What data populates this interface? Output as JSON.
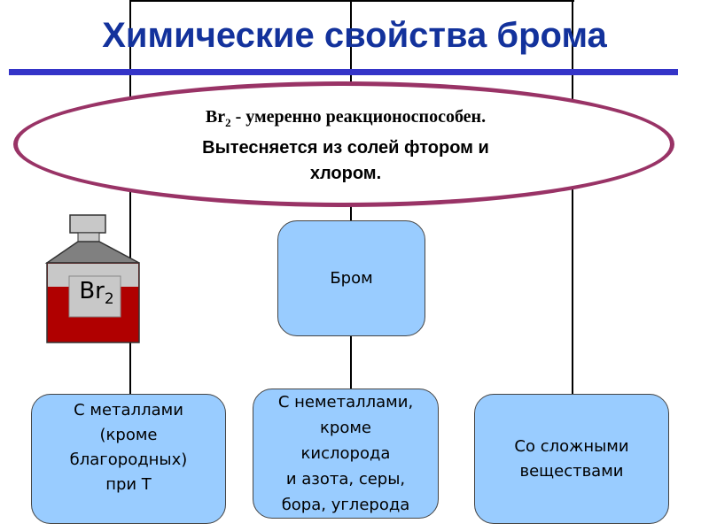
{
  "title": "Химические свойства брома",
  "ellipse": {
    "line1_prefix": "Br",
    "line1_sub": "2",
    "line1_rest": " -  умеренно реакционоспособен.",
    "line2": "Вытесняется из солей фтором и хлором."
  },
  "bottle": {
    "label": "Br",
    "label_sub": "2"
  },
  "center_box": "Бром",
  "boxes": [
    "С металлами\n(кроме\nблагородных)\nпри Т",
    "С неметаллами,\nкроме\nкислорода\nи азота, серы,\nбора, углерода",
    "Со сложными\nвеществами"
  ],
  "colors": {
    "title": "#13329c",
    "bar": "#3434c8",
    "ellipse": "#993366",
    "box": "#99ccff",
    "liquid": "#b00000"
  }
}
